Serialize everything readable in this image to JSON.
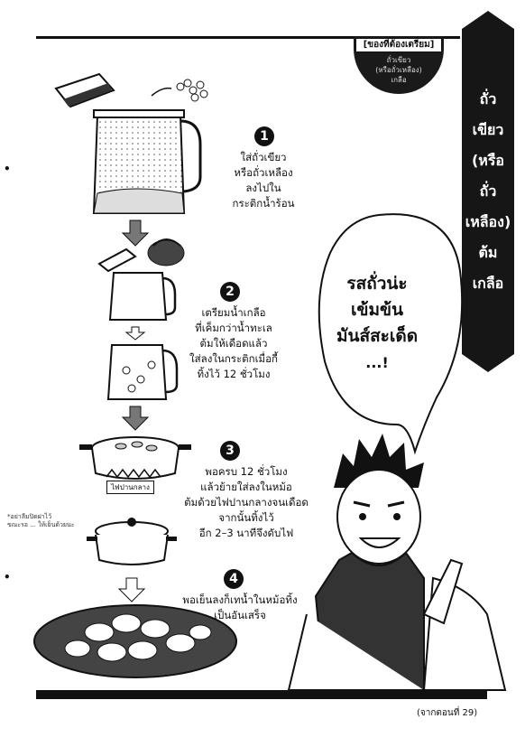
{
  "prep_box": {
    "title": "[ของที่ต้องเตรียม]",
    "items": [
      "ถั่วเขียว",
      "(หรือถั่วเหลือง)",
      "เกลือ"
    ]
  },
  "title_banner": {
    "lines": [
      "ถั่ว",
      "เขียว",
      "(หรือ",
      "ถั่ว",
      "เหลือง)",
      "ต้ม",
      "เกลือ"
    ]
  },
  "steps": [
    {
      "number": "1",
      "lines": [
        "ใส่ถั่วเขียว",
        "หรือถั่วเหลือง",
        "ลงไปใน",
        "กระติกน้ำร้อน"
      ]
    },
    {
      "number": "2",
      "lines": [
        "เตรียมน้ำเกลือ",
        "ที่เค็มกว่าน้ำทะเล",
        "ต้มให้เดือดแล้ว",
        "ใส่ลงในกระติกเมื่อกี้",
        "ทิ้งไว้ 12 ชั่วโมง"
      ]
    },
    {
      "number": "3",
      "lines": [
        "พอครบ 12 ชั่วโมง",
        "แล้วย้ายใส่ลงในหม้อ",
        "ต้มด้วยไฟปานกลางจนเดือด",
        "จากนั้นทิ้งไว้",
        "อีก 2–3 นาทีจึงดับไฟ"
      ]
    },
    {
      "number": "4",
      "lines": [
        "พอเย็นลงก็เทน้ำในหม้อทิ้ง",
        "เป็นอันเสร็จ"
      ]
    }
  ],
  "speech_bubble": {
    "lines": [
      "รสถั่วน่ะ",
      "เข้มข้น",
      "มันส์สะเด็ด",
      "...!"
    ]
  },
  "heat_label": "ไฟปานกลาง",
  "note_text": [
    "*อย่าลืมปิดฝาไว้",
    "ขณะรอ ... ให้เย็นด้วยนะ"
  ],
  "source_credit": "(จากตอนที่ 29)",
  "side_marks": [
    "•",
    "•"
  ]
}
